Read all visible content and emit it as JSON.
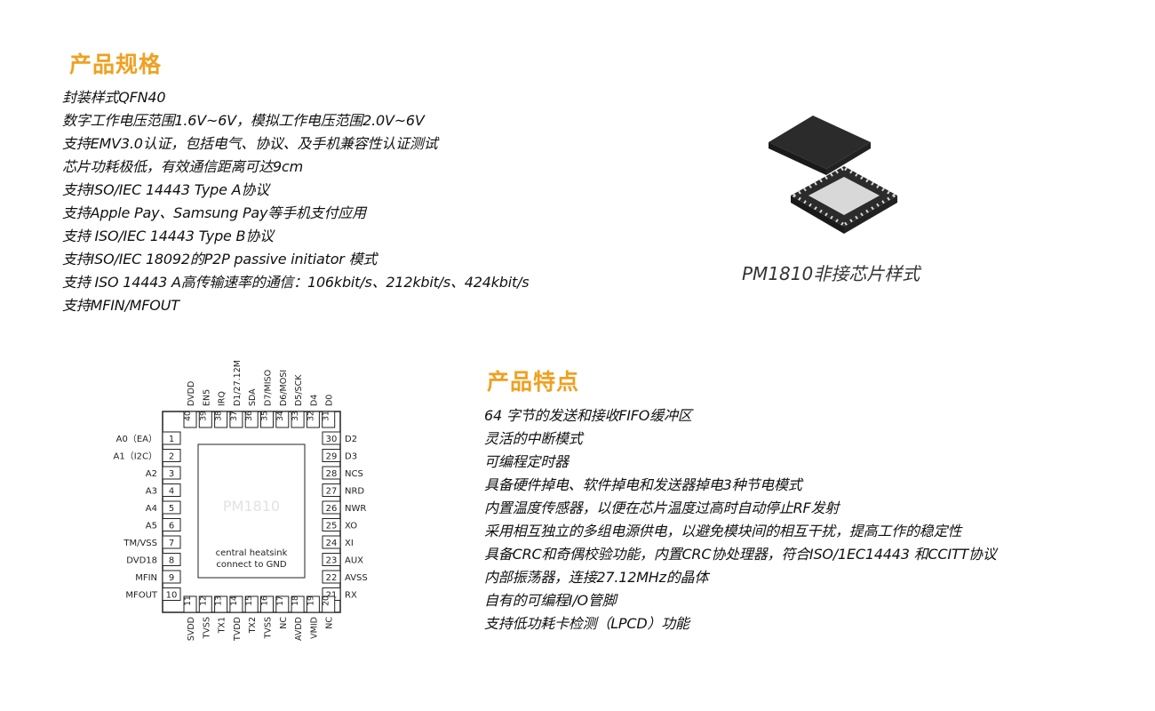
{
  "spec": {
    "heading": "产品规格",
    "items": [
      "封装样式QFN40",
      "数字工作电压范围1.6V~6V，模拟工作电压范围2.0V~6V",
      "支持EMV3.0认证，包括电气、协议、及手机兼容性认证测试",
      "芯片功耗极低，有效通信距离可达9cm",
      "支持ISO/IEC 14443 Type A协议",
      "支持Apple Pay、Samsung Pay等手机支付应用",
      "支持 ISO/IEC 14443 Type B协议",
      "支持ISO/IEC 18092的P2P passive initiator 模式",
      "支持 ISO 14443 A高传输速率的通信：106kbit/s、212kbit/s、424kbit/s",
      "支持MFIN/MFOUT"
    ]
  },
  "chip": {
    "caption": "PM1810非接芯片样式"
  },
  "pinout": {
    "center_line1": "central heatsink",
    "center_line2": "connect to GND",
    "die_label": "PM1810",
    "left_pins": [
      {
        "num": "1",
        "name": "A0（EA）"
      },
      {
        "num": "2",
        "name": "A1（I2C）"
      },
      {
        "num": "3",
        "name": "A2"
      },
      {
        "num": "4",
        "name": "A3"
      },
      {
        "num": "5",
        "name": "A4"
      },
      {
        "num": "6",
        "name": "A5"
      },
      {
        "num": "7",
        "name": "TM/VSS"
      },
      {
        "num": "8",
        "name": "DVD18"
      },
      {
        "num": "9",
        "name": "MFIN"
      },
      {
        "num": "10",
        "name": "MFOUT"
      }
    ],
    "bottom_pins": [
      {
        "num": "11",
        "name": "SVDD"
      },
      {
        "num": "12",
        "name": "TVSS"
      },
      {
        "num": "13",
        "name": "TX1"
      },
      {
        "num": "14",
        "name": "TVDD"
      },
      {
        "num": "15",
        "name": "TX2"
      },
      {
        "num": "16",
        "name": "TVSS"
      },
      {
        "num": "17",
        "name": "NC"
      },
      {
        "num": "18",
        "name": "AVDD"
      },
      {
        "num": "19",
        "name": "VMID"
      },
      {
        "num": "20",
        "name": "NC"
      }
    ],
    "right_pins": [
      {
        "num": "30",
        "name": "D2"
      },
      {
        "num": "29",
        "name": "D3"
      },
      {
        "num": "28",
        "name": "NCS"
      },
      {
        "num": "27",
        "name": "NRD"
      },
      {
        "num": "26",
        "name": "NWR"
      },
      {
        "num": "25",
        "name": "XO"
      },
      {
        "num": "24",
        "name": "XI"
      },
      {
        "num": "23",
        "name": "AUX"
      },
      {
        "num": "22",
        "name": "AVSS"
      },
      {
        "num": "21",
        "name": "RX"
      }
    ],
    "top_pins": [
      {
        "num": "40",
        "name": "DVDD"
      },
      {
        "num": "39",
        "name": "EN5"
      },
      {
        "num": "38",
        "name": "IRQ"
      },
      {
        "num": "37",
        "name": "D1/27.12M"
      },
      {
        "num": "36",
        "name": "SDA"
      },
      {
        "num": "35",
        "name": "D7/MISO"
      },
      {
        "num": "34",
        "name": "D6/MOSI"
      },
      {
        "num": "33",
        "name": "D5/SCK"
      },
      {
        "num": "32",
        "name": "D4"
      },
      {
        "num": "31",
        "name": "D0"
      }
    ]
  },
  "features": {
    "heading": "产品特点",
    "items": [
      "64 字节的发送和接收FIFO缓冲区",
      "灵活的中断模式",
      "可编程定时器",
      "具备硬件掉电、软件掉电和发送器掉电3种节电模式",
      "内置温度传感器，以便在芯片温度过高时自动停止RF发射",
      "采用相互独立的多组电源供电，以避免模块间的相互干扰，提高工作的稳定性",
      "具备CRC和奇偶校验功能，内置CRC协处理器，符合ISO/1EC14443 和CCITT协议",
      "内部振荡器，连接27.12MHz的晶体",
      "自有的可编程I/O管脚",
      "支持低功耗卡检测（LPCD）功能"
    ]
  },
  "colors": {
    "heading": "#f0a020",
    "chip_body": "#2b2b2b",
    "pad": "#d8d8d8"
  }
}
